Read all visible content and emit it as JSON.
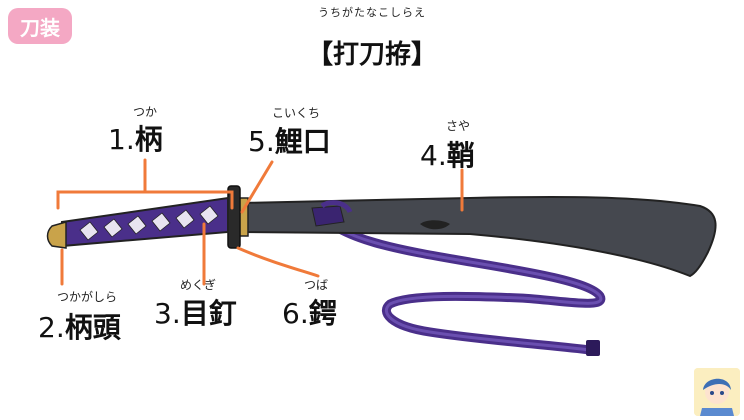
{
  "badge": "刀装",
  "title": {
    "ruby": "うちがたなこしらえ",
    "text": "【打刀拵】"
  },
  "labels": {
    "tsuka": {
      "ruby": "つか",
      "num": "1.",
      "kanji": "柄"
    },
    "koiguchi": {
      "ruby": "こいくち",
      "num": "5.",
      "kanji": "鯉口"
    },
    "saya": {
      "ruby": "さや",
      "num": "4.",
      "kanji": "鞘"
    },
    "kashira": {
      "ruby": "つかがしら",
      "num": "2.",
      "kanji": "柄頭"
    },
    "mekugi": {
      "ruby": "めくぎ",
      "num": "3.",
      "kanji": "目釘"
    },
    "tsuba": {
      "ruby": "つば",
      "num": "6.",
      "kanji": "鍔"
    }
  },
  "colors": {
    "leader": "#f07a3a",
    "handle_wrap": "#4a2f8a",
    "saya": "#45484f",
    "sageo": "#4a2f8a",
    "badge": "#f4a8c4"
  }
}
